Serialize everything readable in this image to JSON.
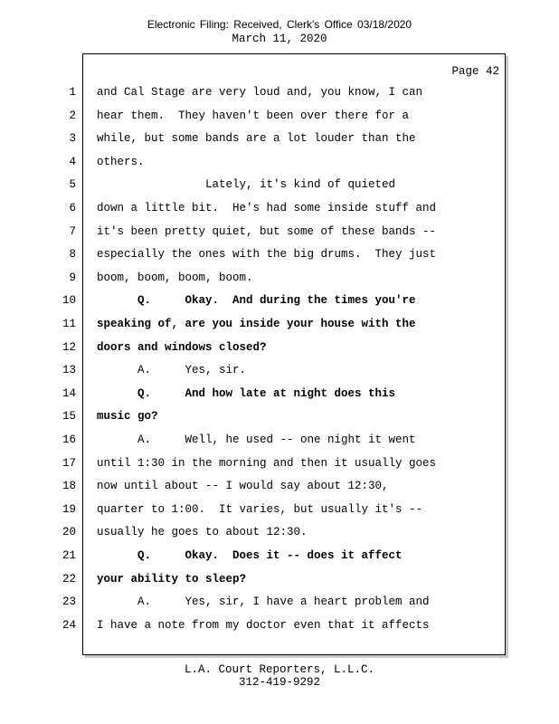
{
  "header": {
    "filing_stamp": "Electronic   Filing:   Received,   Clerk's   Office   03/18/2020",
    "date": "March 11, 2020"
  },
  "page": {
    "label": "Page 42"
  },
  "lines": [
    {
      "no": "1",
      "text": "and Cal Stage are very loud and, you know, I can",
      "bold": false
    },
    {
      "no": "2",
      "text": "hear them.  They haven't been over there for a",
      "bold": false
    },
    {
      "no": "3",
      "text": "while, but some bands are a lot louder than the",
      "bold": false
    },
    {
      "no": "4",
      "text": "others.",
      "bold": false
    },
    {
      "no": "5",
      "text": "                Lately, it's kind of quieted",
      "bold": false
    },
    {
      "no": "6",
      "text": "down a little bit.  He's had some inside stuff and",
      "bold": false
    },
    {
      "no": "7",
      "text": "it's been pretty quiet, but some of these bands --",
      "bold": false
    },
    {
      "no": "8",
      "text": "especially the ones with the big drums.  They just",
      "bold": false
    },
    {
      "no": "9",
      "text": "boom, boom, boom, boom.",
      "bold": false
    },
    {
      "no": "10",
      "text": "      Q.     Okay.  And during the times you're",
      "bold": true
    },
    {
      "no": "11",
      "text": "speaking of, are you inside your house with the",
      "bold": true
    },
    {
      "no": "12",
      "text": "doors and windows closed?",
      "bold": true
    },
    {
      "no": "13",
      "text": "      A.     Yes, sir.",
      "bold": false
    },
    {
      "no": "14",
      "text": "      Q.     And how late at night does this",
      "bold": true
    },
    {
      "no": "15",
      "text": "music go?",
      "bold": true
    },
    {
      "no": "16",
      "text": "      A.     Well, he used -- one night it went",
      "bold": false
    },
    {
      "no": "17",
      "text": "until 1:30 in the morning and then it usually goes",
      "bold": false
    },
    {
      "no": "18",
      "text": "now until about -- I would say about 12:30,",
      "bold": false
    },
    {
      "no": "19",
      "text": "quarter to 1:00.  It varies, but usually it's --",
      "bold": false
    },
    {
      "no": "20",
      "text": "usually he goes to about 12:30.",
      "bold": false
    },
    {
      "no": "21",
      "text": "      Q.     Okay.  Does it -- does it affect",
      "bold": true
    },
    {
      "no": "22",
      "text": "your ability to sleep?",
      "bold": true
    },
    {
      "no": "23",
      "text": "      A.     Yes, sir, I have a heart problem and",
      "bold": false
    },
    {
      "no": "24",
      "text": "I have a note from my doctor even that it affects",
      "bold": false
    }
  ],
  "footer": {
    "firm": "L.A. Court Reporters, L.L.C.",
    "phone": "312-419-9292"
  }
}
